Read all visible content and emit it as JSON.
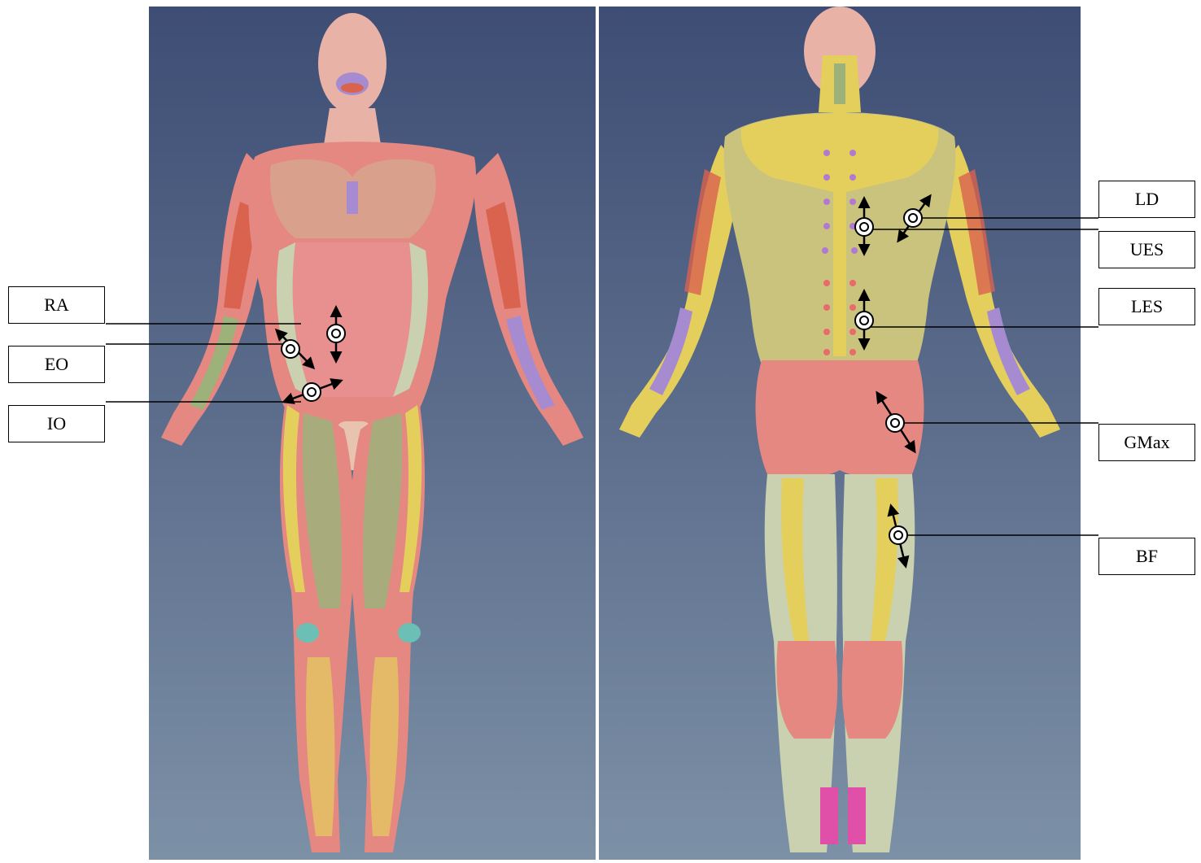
{
  "figure": {
    "panels": [
      {
        "view": "front",
        "labels": [
          "RA",
          "EO",
          "IO"
        ]
      },
      {
        "view": "back",
        "labels": [
          "LD",
          "UES",
          "LES",
          "GMax",
          "BF"
        ]
      }
    ]
  },
  "labels": {
    "ra": "RA",
    "eo": "EO",
    "io": "IO",
    "ld": "LD",
    "ues": "UES",
    "les": "LES",
    "gmax": "GMax",
    "bf": "BF"
  },
  "colors": {
    "background_top": "#3e4d74",
    "background_bottom": "#7c90a6",
    "muscle_red": "#e58882",
    "muscle_dark_red": "#d9634f",
    "muscle_yellow": "#e4ce5c",
    "muscle_olive": "#c9c37e",
    "muscle_green": "#9db27a",
    "muscle_purple": "#a68bd1",
    "skin_pink": "#e8b2a6",
    "line": "#000000",
    "label_border": "#000000"
  }
}
